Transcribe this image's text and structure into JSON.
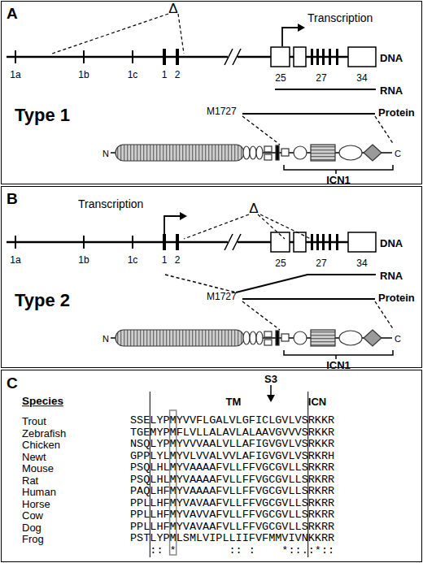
{
  "diagram": {
    "nodes": [
      {
        "text": [
          "A"
        ]
      },
      {
        "text": [
          "B"
        ]
      },
      {
        "text": [
          "C"
        ]
      }
    ],
    "labels": [
      "Δ",
      "Transcription",
      "1a",
      "1b",
      "1c",
      "1",
      "2",
      "25",
      "27",
      "34",
      "DNA",
      "RNA",
      "Type 1",
      "M1727",
      "Protein",
      "N",
      "C",
      "ICN1",
      "Transcription",
      "Δ",
      "1a",
      "1b",
      "1c",
      "1",
      "2",
      "25",
      "27",
      "34",
      "DNA",
      "RNA",
      "Type 2",
      "M1727",
      "Protein",
      "N",
      "C",
      "ICN1",
      "Species",
      "TM",
      "S3",
      "ICN",
      "Trout",
      "SSELYPMYVVFLGALVLGFICLGVLVSRKKR",
      "Zebrafish",
      "TGEMYPMFLVLLALAVLALAAVGVVVSRKKR",
      "Chicken",
      "NSQLYPMYVVVAALVLLAFIGVGVLVSRKKR",
      "Newt",
      "GPPLYLMYVLVVALVVLAFIGVGVLVSRKRH",
      "Mouse",
      "PSQLHLMYVAAAAFVLLFFVGCGVLLSRKRR",
      "Rat",
      "PSQLHLMYVAAAAFVLLFFVGCGVLLSRKRR",
      "Human",
      "PAQLHFMYVAAAAFVLLFFVGCGVLLSRKRR",
      "Horse",
      "PPLLHFMYVAVAAFVLLFFVGCGVLLSRKRR",
      "Cow",
      "PPLLHFMYVAVVAFVLLFFVGCGVLLSRKRR",
      "Dog",
      "PPLLHFMYVAVAAFVLLFFVGCGVLLSRKRR",
      "Frog",
      "PSTLYPMLSMLVIPLLIIFVFMMVIVNKKRR",
      "   :: *        :: :    *::.:*::"
    ]
  }
}
